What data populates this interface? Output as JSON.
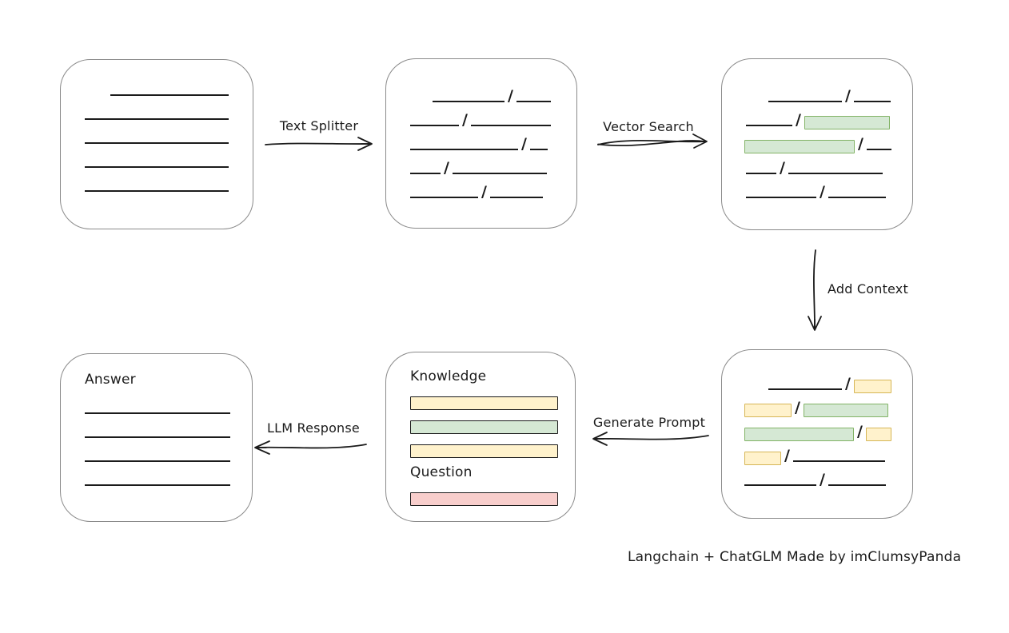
{
  "title": "Langchain + ChatGLM document QA flow diagram",
  "caption": "Langchain + ChatGLM Made by imClumsyPanda",
  "colors": {
    "green_fill": "#d5e8d4",
    "green_border": "#82b366",
    "yellow_fill": "#fff2cc",
    "yellow_border": "#d6b656",
    "red_fill": "#f8cecc",
    "red_border": "#b85450",
    "stroke": "#1b1b1b",
    "box_border": "#8a8a8a"
  },
  "arrows": {
    "text_splitter": {
      "label": "Text Splitter",
      "direction": "right"
    },
    "vector_search": {
      "label": "Vector Search",
      "direction": "right"
    },
    "add_context": {
      "label": "Add Context",
      "direction": "down"
    },
    "generate_prompt": {
      "label": "Generate Prompt",
      "direction": "left"
    },
    "llm_response": {
      "label": "LLM Response",
      "direction": "left"
    }
  },
  "boxes": {
    "document": {
      "description": "source document with plain text lines",
      "rows": [
        {
          "indent": 62,
          "segments": [
            {
              "t": "line",
              "w": 148
            }
          ]
        },
        {
          "indent": 30,
          "segments": [
            {
              "t": "line",
              "w": 180
            }
          ]
        },
        {
          "indent": 30,
          "segments": [
            {
              "t": "line",
              "w": 180
            }
          ]
        },
        {
          "indent": 30,
          "segments": [
            {
              "t": "line",
              "w": 180
            }
          ]
        },
        {
          "indent": 30,
          "segments": [
            {
              "t": "line",
              "w": 180
            }
          ]
        }
      ]
    },
    "chunks": {
      "description": "document split into chunks by slashes",
      "rows": [
        {
          "indent": 58,
          "segments": [
            {
              "t": "line",
              "w": 90
            },
            {
              "t": "slash"
            },
            {
              "t": "line",
              "w": 43
            }
          ]
        },
        {
          "indent": 30,
          "segments": [
            {
              "t": "line",
              "w": 61
            },
            {
              "t": "slash"
            },
            {
              "t": "line",
              "w": 100
            }
          ]
        },
        {
          "indent": 30,
          "segments": [
            {
              "t": "line",
              "w": 135
            },
            {
              "t": "slash"
            },
            {
              "t": "line",
              "w": 22
            }
          ]
        },
        {
          "indent": 30,
          "segments": [
            {
              "t": "line",
              "w": 38
            },
            {
              "t": "slash"
            },
            {
              "t": "line",
              "w": 118
            }
          ]
        },
        {
          "indent": 30,
          "segments": [
            {
              "t": "line",
              "w": 85
            },
            {
              "t": "slash"
            },
            {
              "t": "line",
              "w": 66
            }
          ]
        }
      ]
    },
    "search_results": {
      "description": "chunks with vector-search matches highlighted green",
      "rows": [
        {
          "indent": 58,
          "segments": [
            {
              "t": "line",
              "w": 92
            },
            {
              "t": "slash"
            },
            {
              "t": "line",
              "w": 46
            }
          ]
        },
        {
          "indent": 30,
          "segments": [
            {
              "t": "line",
              "w": 58
            },
            {
              "t": "slash"
            },
            {
              "t": "rect",
              "c": "green",
              "w": 105
            }
          ]
        },
        {
          "indent": 28,
          "segments": [
            {
              "t": "rect",
              "c": "green",
              "w": 136
            },
            {
              "t": "slash"
            },
            {
              "t": "line",
              "w": 31
            }
          ]
        },
        {
          "indent": 30,
          "segments": [
            {
              "t": "line",
              "w": 38
            },
            {
              "t": "slash"
            },
            {
              "t": "line",
              "w": 118
            }
          ]
        },
        {
          "indent": 30,
          "segments": [
            {
              "t": "line",
              "w": 88
            },
            {
              "t": "slash"
            },
            {
              "t": "line",
              "w": 72
            }
          ]
        }
      ]
    },
    "context": {
      "description": "matches plus neighboring context highlighted yellow",
      "rows": [
        {
          "indent": 58,
          "segments": [
            {
              "t": "line",
              "w": 92
            },
            {
              "t": "slash"
            },
            {
              "t": "rect",
              "c": "yellow",
              "w": 45
            }
          ]
        },
        {
          "indent": 28,
          "segments": [
            {
              "t": "rect",
              "c": "yellow",
              "w": 57
            },
            {
              "t": "slash"
            },
            {
              "t": "rect",
              "c": "green",
              "w": 104
            }
          ]
        },
        {
          "indent": 28,
          "segments": [
            {
              "t": "rect",
              "c": "green",
              "w": 135
            },
            {
              "t": "slash"
            },
            {
              "t": "rect",
              "c": "yellow",
              "w": 30
            }
          ]
        },
        {
          "indent": 28,
          "segments": [
            {
              "t": "rect",
              "c": "yellow",
              "w": 44
            },
            {
              "t": "slash"
            },
            {
              "t": "line",
              "w": 115
            }
          ]
        },
        {
          "indent": 28,
          "segments": [
            {
              "t": "line",
              "w": 90
            },
            {
              "t": "slash"
            },
            {
              "t": "line",
              "w": 72
            }
          ]
        }
      ]
    },
    "prompt": {
      "knowledge_label": "Knowledge",
      "knowledge_bars": [
        "yellow",
        "green",
        "yellow"
      ],
      "question_label": "Question",
      "question_bars": [
        "red"
      ]
    },
    "answer": {
      "label": "Answer",
      "rows": [
        {
          "indent": 30,
          "segments": [
            {
              "t": "line",
              "w": 182
            }
          ]
        },
        {
          "indent": 30,
          "segments": [
            {
              "t": "line",
              "w": 182
            }
          ]
        },
        {
          "indent": 30,
          "segments": [
            {
              "t": "line",
              "w": 182
            }
          ]
        },
        {
          "indent": 30,
          "segments": [
            {
              "t": "line",
              "w": 182
            }
          ]
        }
      ]
    }
  }
}
